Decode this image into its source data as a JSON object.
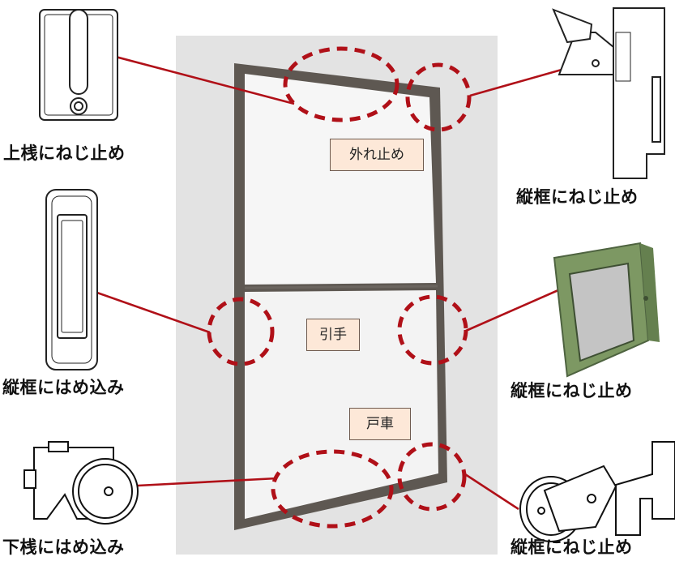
{
  "callouts": {
    "top_left": "上桟にねじ止め",
    "top_right": "縦框にねじ止め",
    "mid_left": "縦框にはめ込み",
    "mid_right": "縦框にねじ止め",
    "bottom_left": "下桟にはめ込み",
    "bottom_right": "縦框にねじ止め"
  },
  "parts": {
    "stopper": "外れ止め",
    "handle": "引手",
    "roller": "戸車"
  },
  "colors": {
    "marker": "#b01018",
    "frame": "#5e5852",
    "screen": "#f4f4f4",
    "label_bg": "#fde8d8",
    "handle_green": "#7d9863"
  }
}
